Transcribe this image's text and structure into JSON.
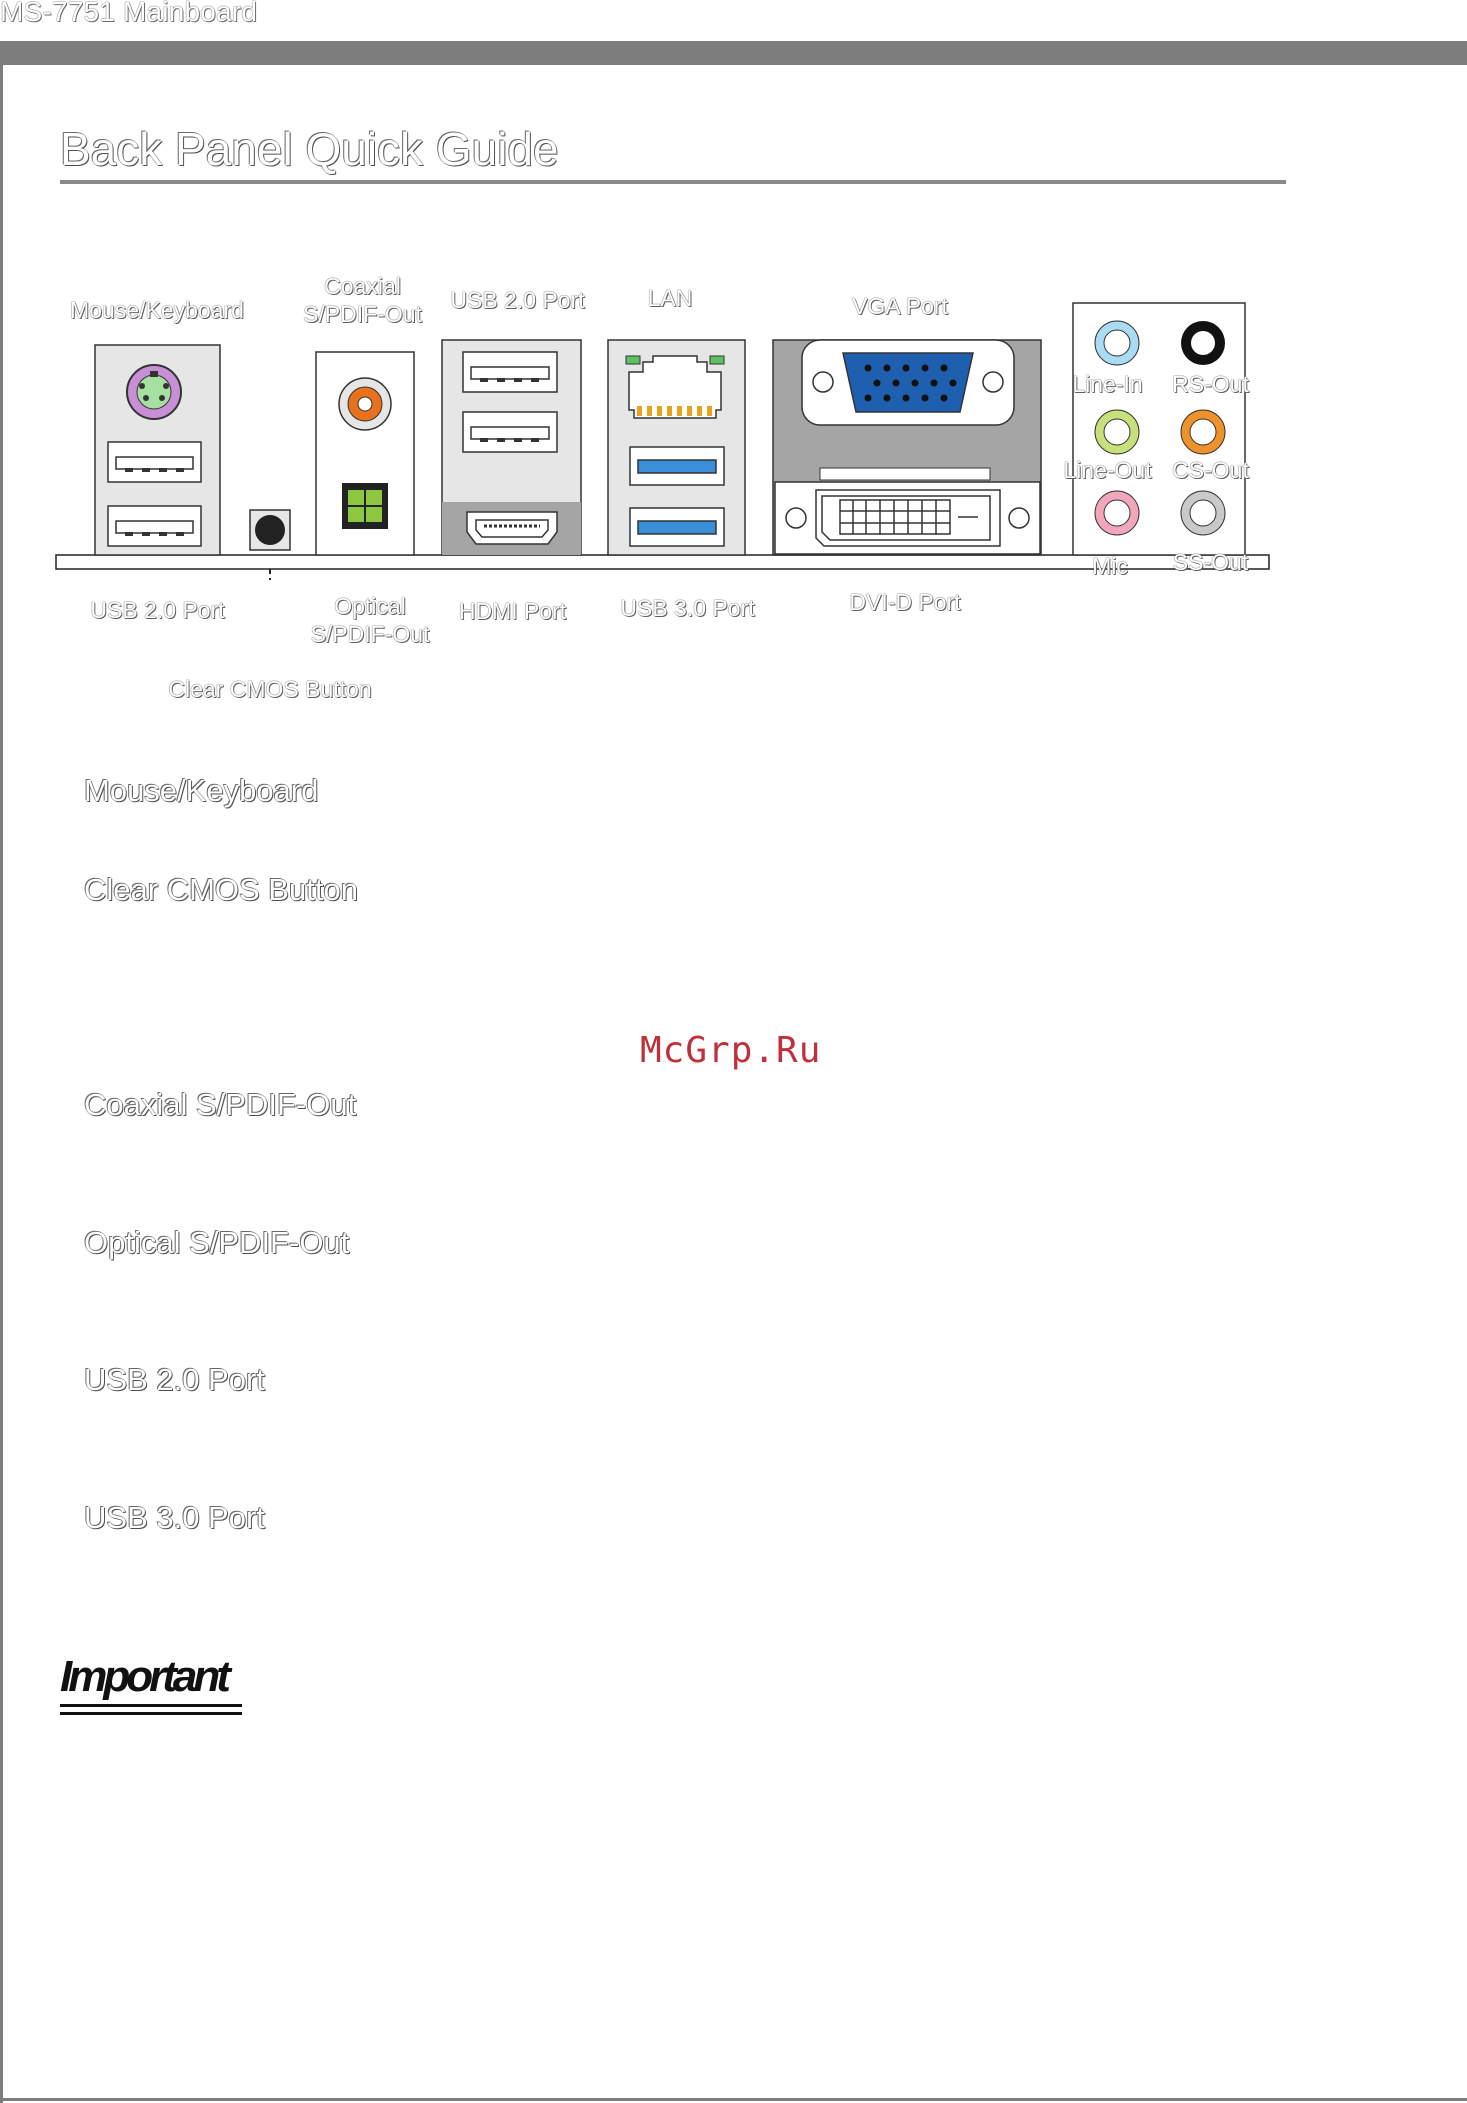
{
  "header": {
    "text": "MS-7751 Mainboard"
  },
  "page_title": "Back Panel Quick Guide",
  "labels": {
    "mouse_keyboard": "Mouse/Keyboard",
    "coaxial_line1": "Coaxial",
    "coaxial_line2": "S/PDIF-Out",
    "usb20_top": "USB 2.0 Port",
    "lan": "LAN",
    "vga": "VGA Port",
    "usb20_bottom": "USB 2.0 Port",
    "optical_line1": "Optical",
    "optical_line2": "S/PDIF-Out",
    "hdmi": "HDMI Port",
    "usb30": "USB 3.0 Port",
    "dvid": "DVI-D Port",
    "clear_cmos": "Clear CMOS Button",
    "line_in": "Line-In",
    "rs_out": "RS-Out",
    "line_out": "Line-Out",
    "cs_out": "CS-Out",
    "mic": "Mic",
    "ss_out": "SS-Out"
  },
  "sections": [
    "Mouse/Keyboard",
    "Clear CMOS Button",
    "Coaxial S/PDIF-Out",
    "Optical S/PDIF-Out",
    "USB 2.0 Port",
    "USB 3.0 Port"
  ],
  "watermark": "McGrp.Ru",
  "important": "Important",
  "colors": {
    "line_in": "#a9dcf2",
    "rs_out": "#111111",
    "line_out": "#c8e07a",
    "cs_out": "#f0922c",
    "mic": "#f2a6bc",
    "ss_out": "#c9c9c9",
    "ps2": "#c98fd6",
    "coaxial": "#e8721c",
    "optical": "#8dc63f",
    "vga": "#1f5fb0",
    "usb3": "#3a8fd8",
    "lan_led": "#5cc160"
  }
}
